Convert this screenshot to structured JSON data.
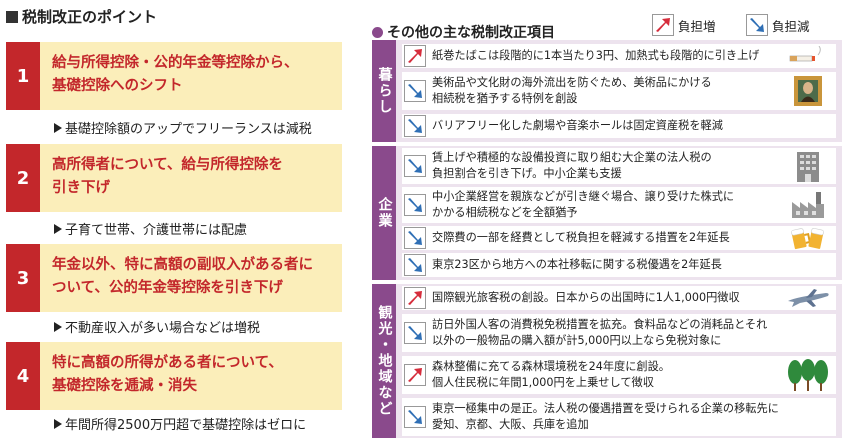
{
  "left": {
    "title": "税制改正のポイント",
    "points": [
      {
        "num": "1",
        "line1": "給与所得控除・公的年金等控除から、",
        "line2": "基礎控除へのシフト",
        "note": "基礎控除額のアップでフリーランスは減税"
      },
      {
        "num": "2",
        "line1": "高所得者について、給与所得控除を",
        "line2": "引き下げ",
        "note": "子育て世帯、介護世帯には配慮"
      },
      {
        "num": "3",
        "line1": "年金以外、特に高額の副収入がある者に",
        "line2": "ついて、公的年金等控除を引き下げ",
        "note": "不動産収入が多い場合などは増税"
      },
      {
        "num": "4",
        "line1": "特に高額の所得がある者について、",
        "line2": "基礎控除を逓減・消失",
        "note": "年間所得2500万円超で基礎控除はゼロに"
      }
    ]
  },
  "right": {
    "title": "その他の主な税制改正項目",
    "legend": {
      "increase": "負担増",
      "decrease": "負担減"
    },
    "colors": {
      "increase": "#d62d3c",
      "decrease": "#2f6fb5",
      "category": "#8a4a8c",
      "panel": "#ede3ee",
      "point": "#fbeeba",
      "accent": "#c3272b"
    },
    "categories": [
      {
        "label": "暮らし",
        "items": [
          {
            "type": "increase",
            "line1": "紙巻たばこは段階的に1本当たり3円、加熱式も段階的に引き上げ",
            "line2": "",
            "icon": "cigarette-icon"
          },
          {
            "type": "decrease",
            "line1": "美術品や文化財の海外流出を防ぐため、美術品にかける",
            "line2": "相続税を猶予する特例を創設",
            "icon": "painting-icon"
          },
          {
            "type": "decrease",
            "line1": "バリアフリー化した劇場や音楽ホールは固定資産税を軽減",
            "line2": "",
            "icon": ""
          }
        ]
      },
      {
        "label": "企業",
        "items": [
          {
            "type": "decrease",
            "line1": "賃上げや積極的な設備投資に取り組む大企業の法人税の",
            "line2": "負担割合を引き下げ。中小企業も支援",
            "icon": "building-icon"
          },
          {
            "type": "decrease",
            "line1": "中小企業経営を親族などが引き継ぐ場合、譲り受けた株式に",
            "line2": "かかる相続税などを全額猶予",
            "icon": "factory-icon"
          },
          {
            "type": "decrease",
            "line1": "交際費の一部を経費として税負担を軽減する措置を2年延長",
            "line2": "",
            "icon": "beer-icon"
          },
          {
            "type": "decrease",
            "line1": "東京23区から地方への本社移転に関する税優遇を2年延長",
            "line2": "",
            "icon": ""
          }
        ]
      },
      {
        "label": "観光・地域など",
        "items": [
          {
            "type": "increase",
            "line1": "国際観光旅客税の創設。日本からの出国時に1人1,000円徴収",
            "line2": "",
            "icon": "airplane-icon"
          },
          {
            "type": "decrease",
            "line1": "訪日外国人客の消費税免税措置を拡充。食料品などの消耗品とそれ",
            "line2": "以外の一般物品の購入額が計5,000円以上なら免税対象に",
            "icon": ""
          },
          {
            "type": "increase",
            "line1": "森林整備に充てる森林環境税を24年度に創設。",
            "line2": "個人住民税に年間1,000円を上乗せして徴収",
            "icon": "trees-icon"
          },
          {
            "type": "decrease",
            "line1": "東京一極集中の是正。法人税の優遇措置を受けられる企業の移転先に",
            "line2": "愛知、京都、大阪、兵庫を追加",
            "icon": ""
          }
        ]
      }
    ]
  }
}
